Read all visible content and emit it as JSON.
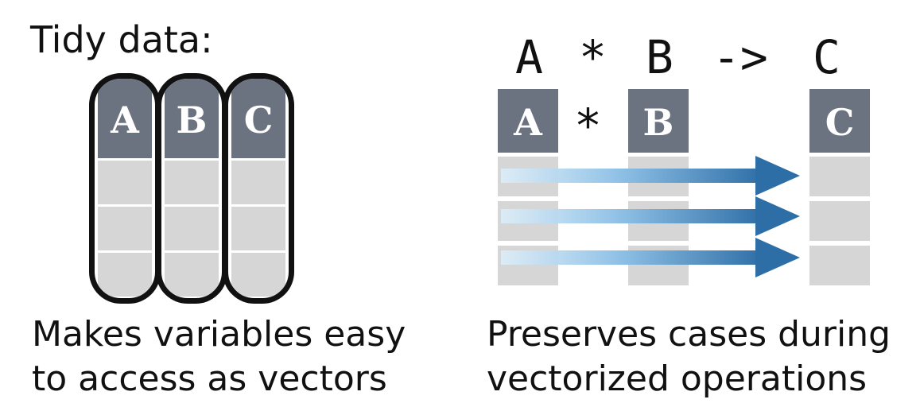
{
  "left": {
    "title": "Tidy data:",
    "columns": [
      "A",
      "B",
      "C"
    ],
    "caption_line1": "Makes variables easy",
    "caption_line2": "to access as vectors"
  },
  "right": {
    "formula": {
      "a": "A",
      "op": "*",
      "b": "B",
      "arrow": "->",
      "c": "C"
    },
    "headers": {
      "a": "A",
      "op": "*",
      "b": "B",
      "c": "C"
    },
    "caption_line1": "Preserves cases during",
    "caption_line2": "vectorized operations"
  },
  "colors": {
    "header_fill": "#6c7380",
    "cell_fill": "#d6d6d6",
    "outline": "#111111",
    "arrow_light": "#c9e4f5",
    "arrow_dark": "#2e6ea6"
  }
}
